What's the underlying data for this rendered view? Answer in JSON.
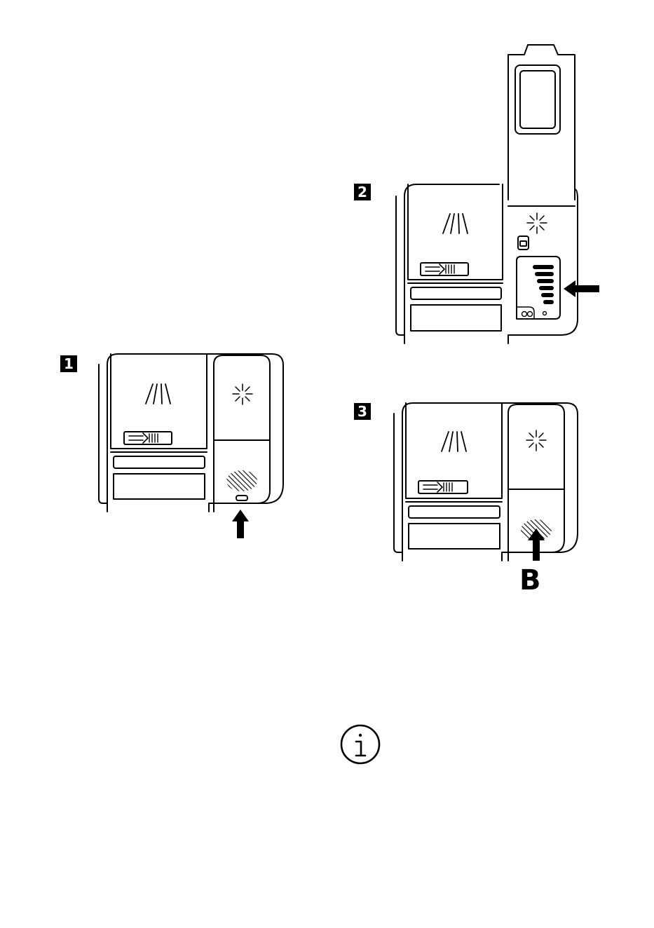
{
  "figures": [
    {
      "step": "1"
    },
    {
      "step": "2"
    },
    {
      "step": "3",
      "callout": "B"
    }
  ],
  "icons": {
    "detergent": "detergent-spray-icon",
    "rinse_aid": "rinse-aid-sparkle-icon",
    "info": "info-icon"
  }
}
